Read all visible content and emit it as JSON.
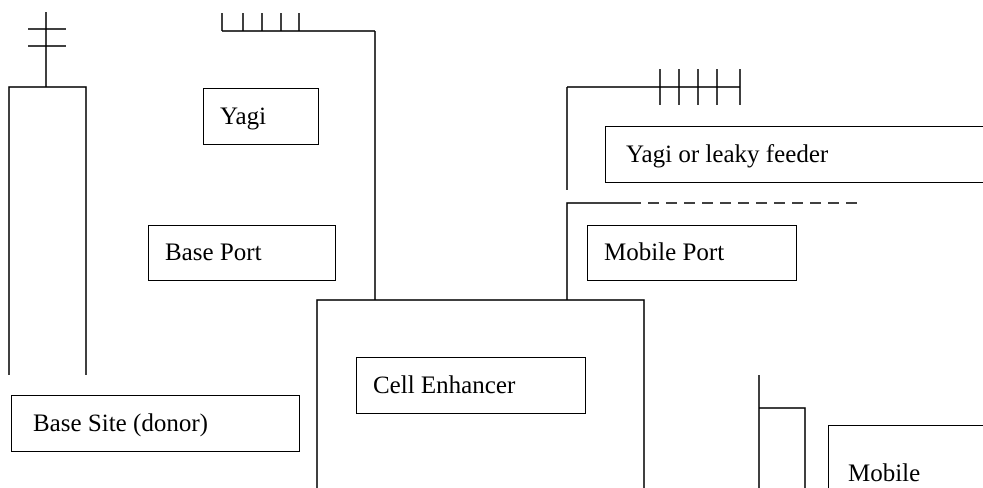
{
  "diagram": {
    "labels": {
      "yagi": "Yagi",
      "yagi_or_leaky_feeder": "Yagi or leaky feeder",
      "base_port": "Base Port",
      "mobile_port": "Mobile Port",
      "cell_enhancer": "Cell Enhancer",
      "base_site_donor": "Base Site (donor)",
      "mobile": "Mobile"
    },
    "line_color": "#000000",
    "background_color": "#ffffff"
  }
}
